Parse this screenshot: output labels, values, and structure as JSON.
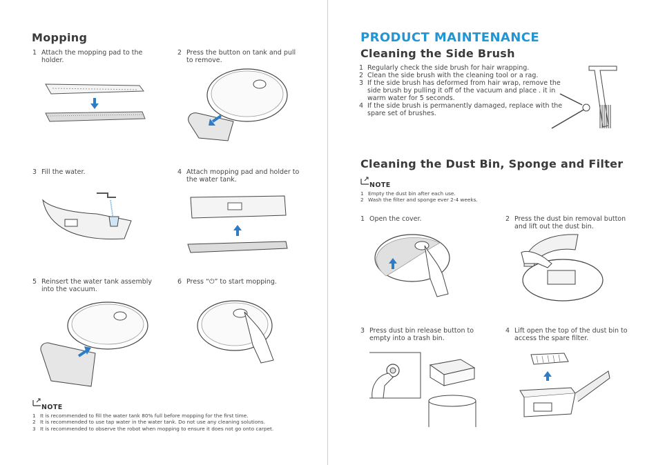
{
  "left": {
    "title": "Mopping",
    "steps": [
      {
        "num": "1",
        "text": "Attach the mopping pad to the holder."
      },
      {
        "num": "2",
        "text": "Press the button on tank and pull to remove."
      },
      {
        "num": "3",
        "text": "Fill the water."
      },
      {
        "num": "4",
        "text": "Attach mopping pad and holder to the water tank."
      },
      {
        "num": "5",
        "text": "Reinsert the water tank assembly into the vacuum."
      },
      {
        "num": "6",
        "text": "Press “⏻” to start mopping."
      }
    ],
    "note_label": "NOTE",
    "notes": [
      {
        "num": "1",
        "text": "It is recommended to fill the water tank 80% full before mopping for the first time."
      },
      {
        "num": "2",
        "text": "It is recommended to use tap water in the water tank. Do not use any cleaning solutions."
      },
      {
        "num": "3",
        "text": "It is recommended to observe the robot when mopping to ensure it does not go onto carpet."
      }
    ]
  },
  "right": {
    "title": "PRODUCT MAINTENANCE",
    "side_brush": {
      "title": "Cleaning the Side Brush",
      "items": [
        {
          "num": "1",
          "text": "Regularly check the side brush for hair wrapping."
        },
        {
          "num": "2",
          "text": "Clean the side brush with the cleaning tool or a rag."
        },
        {
          "num": "3",
          "text": "If the side brush has deformed from hair wrap, remove the side brush by pulling it off of the vacuum and place . it in warm water for 5 seconds."
        },
        {
          "num": "4",
          "text": "If the side brush is permanently damaged, replace with the spare set of brushes."
        }
      ]
    },
    "dust_bin": {
      "title": "Cleaning the Dust Bin, Sponge and Filter",
      "note_label": "NOTE",
      "notes": [
        {
          "num": "1",
          "text": "Empty the dust bin after each use."
        },
        {
          "num": "2",
          "text": "Wash the filter and sponge ever 2-4 weeks."
        }
      ],
      "steps": [
        {
          "num": "1",
          "text": "Open the cover."
        },
        {
          "num": "2",
          "text": "Press the dust bin removal button and lift out the dust bin."
        },
        {
          "num": "3",
          "text": "Press dust bin release button to empty into a trash bin."
        },
        {
          "num": "4",
          "text": "Lift open the top of the dust bin to access the spare filter."
        }
      ]
    }
  },
  "colors": {
    "accent": "#2196d3",
    "text": "#3a3a3a",
    "arrow": "#2d7cc4"
  }
}
